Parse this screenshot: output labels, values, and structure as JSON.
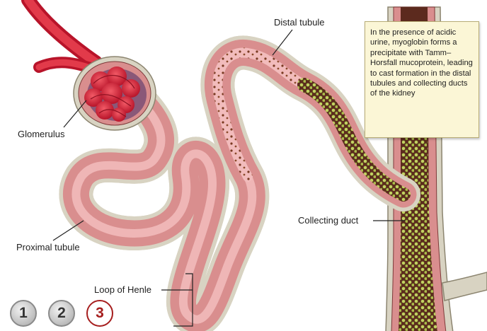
{
  "labels": {
    "distal_tubule": "Distal tubule",
    "glomerulus": "Glomerulus",
    "proximal_tubule": "Proximal tubule",
    "collecting_duct": "Collecting duct",
    "loop_of_henle": "Loop of Henle"
  },
  "callout": {
    "text": "In the presence of acidic urine, myoglobin forms a precipitate with Tamm–Horsfall mucoprotein, leading to cast formation in the distal tubules and collecting ducts of the kidney"
  },
  "steps": [
    {
      "label": "1",
      "state": "inactive"
    },
    {
      "label": "2",
      "state": "inactive"
    },
    {
      "label": "3",
      "state": "active"
    }
  ],
  "colors": {
    "tubule_wall": "#d98e8e",
    "tubule_outline": "#7e3a3a",
    "lumen": "#efb6b6",
    "membrane": "#d8d3c2",
    "glomerulus": "#d92b3b",
    "casts": "#b8c856",
    "duct_lumen": "#5c2a1e",
    "active_step": "#a61e1e"
  }
}
